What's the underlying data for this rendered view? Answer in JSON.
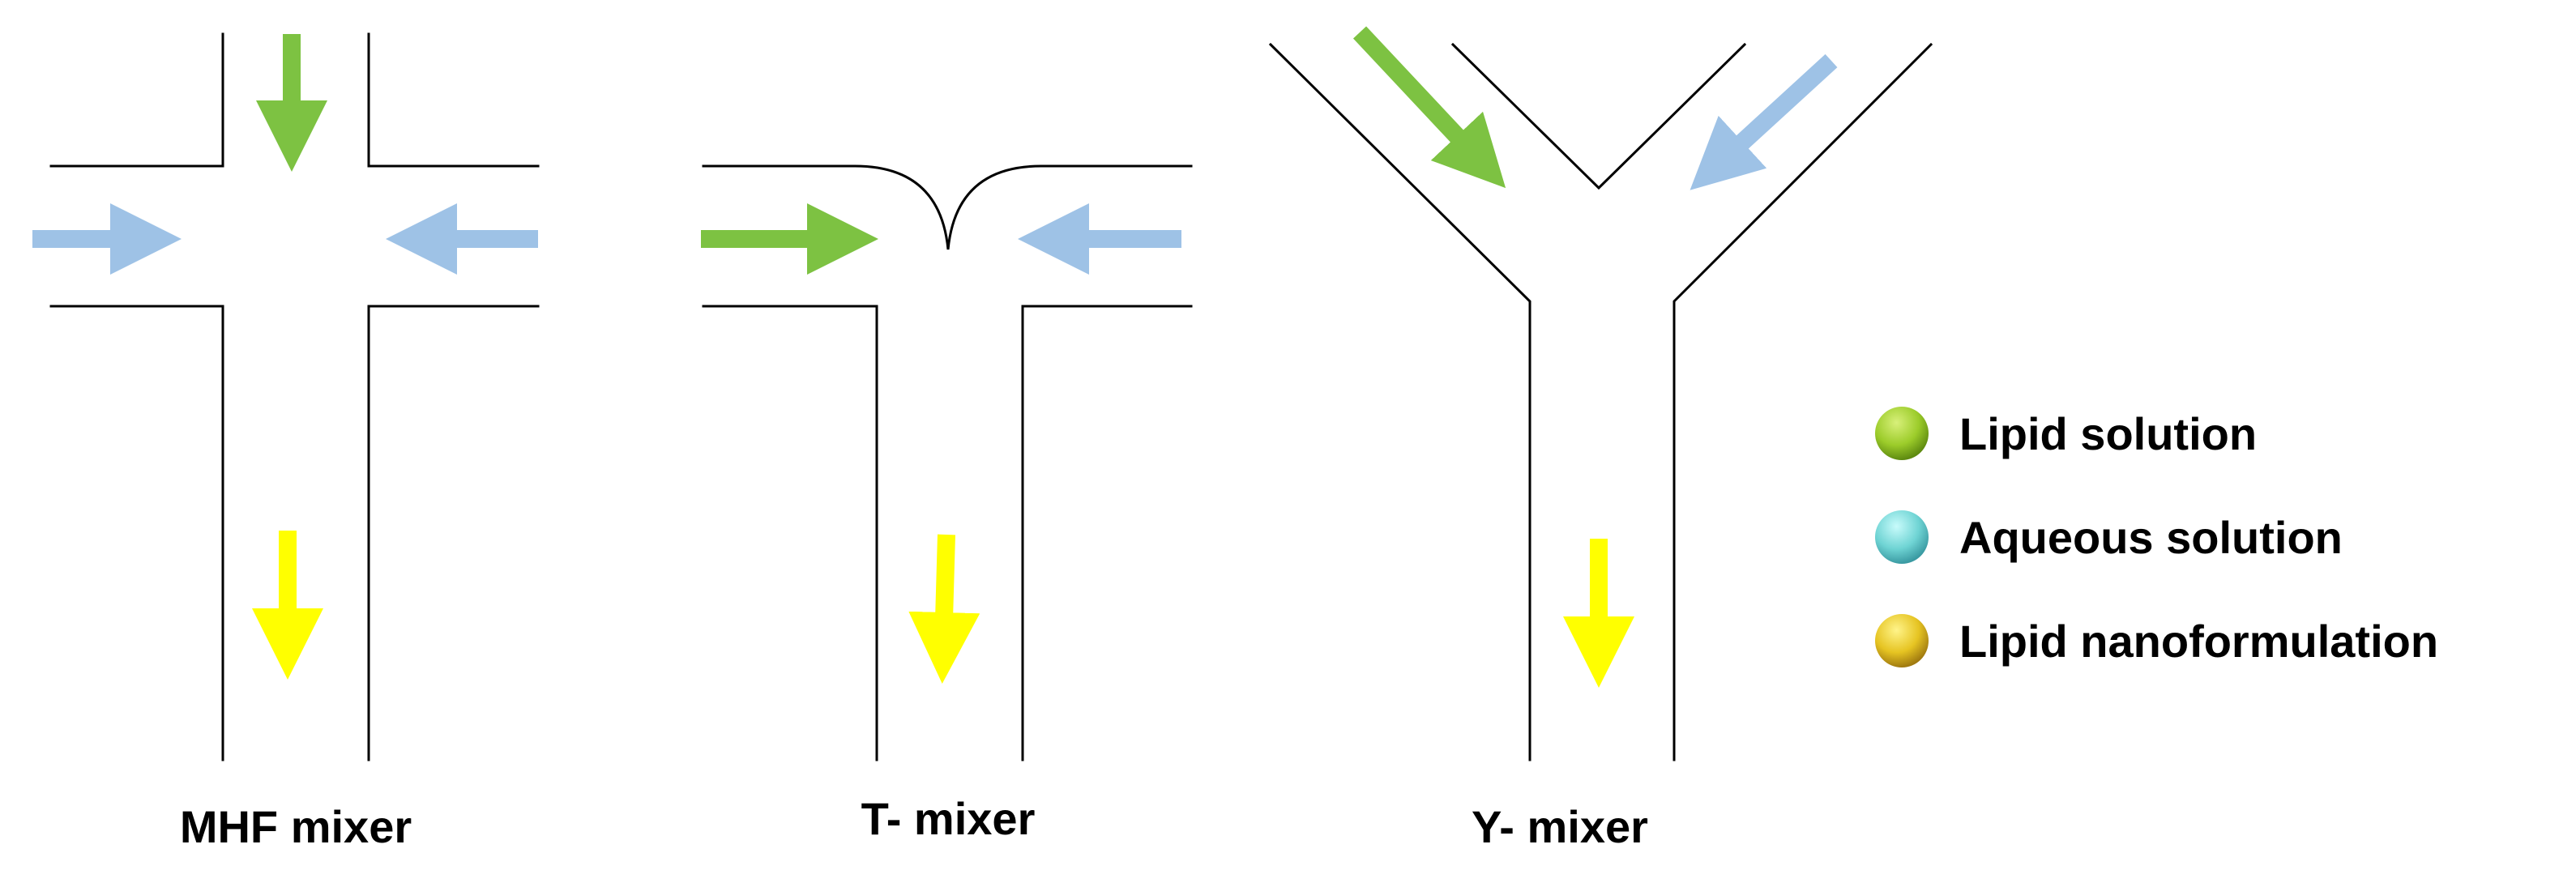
{
  "mixers": [
    {
      "id": "mhf",
      "label": "MHF mixer"
    },
    {
      "id": "t",
      "label": "T- mixer"
    },
    {
      "id": "y",
      "label": "Y- mixer"
    }
  ],
  "legend": [
    {
      "label": "Lipid solution",
      "color": "#8cc63f"
    },
    {
      "label": "Aqueous solution",
      "color": "#5cc8cc"
    },
    {
      "label": "Lipid nanoformulation",
      "color": "#e0c020"
    }
  ],
  "arrow_colors": {
    "lipid": "#7dc242",
    "aqueous": "#9ec2e6",
    "product": "#ffff00"
  }
}
